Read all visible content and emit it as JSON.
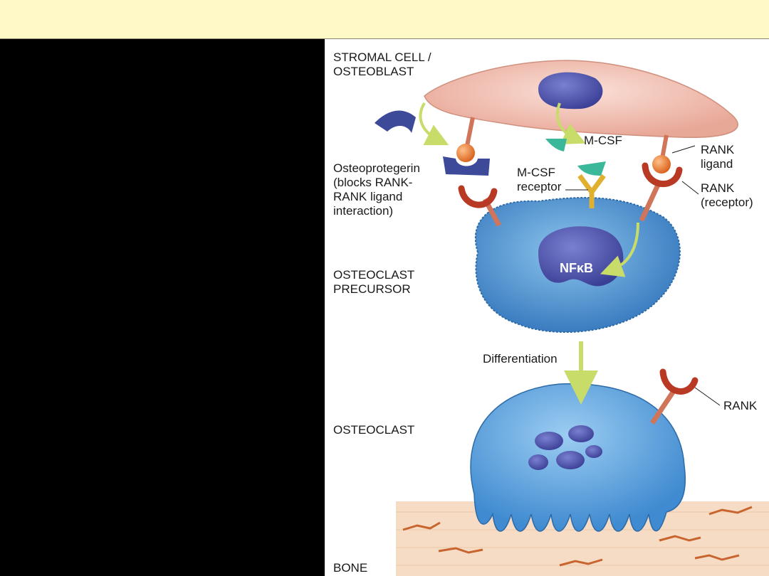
{
  "colors": {
    "header_band": "#fff9c8",
    "background": "#000000",
    "stromal_cell": "#f3c0b4",
    "nucleus": "#4a50a8",
    "precursor": "#5a9fd6",
    "osteoclast": "#5ea8e0",
    "bone": "#f6dcc4",
    "rank_receptor": "#b83a24",
    "rank_ligand_ball": "#e87a2c",
    "osteoprotegerin": "#3d4a9a",
    "mcsf": "#3bb89a",
    "mcsf_receptor": "#e0b030",
    "arrow": "#c8dc6a"
  },
  "labels": {
    "stromal_cell": [
      "STROMAL CELL /",
      "OSTEOBLAST"
    ],
    "osteoprotegerin": [
      "Osteoprotegerin",
      "(blocks RANK-",
      "RANK ligand",
      "interaction)"
    ],
    "mcsf": "M-CSF",
    "mcsf_receptor": [
      "M-CSF",
      "receptor"
    ],
    "rank_ligand": [
      "RANK",
      "ligand"
    ],
    "rank_receptor": [
      "RANK",
      "(receptor)"
    ],
    "osteoclast_precursor": [
      "OSTEOCLAST",
      "PRECURSOR"
    ],
    "nfkb": "NFκB",
    "differentiation": "Differentiation",
    "rank": "RANK",
    "osteoclast": "OSTEOCLAST",
    "bone": "BONE"
  },
  "icons": [
    "stromal-cell",
    "nucleus",
    "osteoprotegerin",
    "rank-ligand",
    "rank-receptor",
    "mcsf",
    "mcsf-receptor",
    "osteoclast-precursor",
    "osteoclast",
    "bone"
  ]
}
